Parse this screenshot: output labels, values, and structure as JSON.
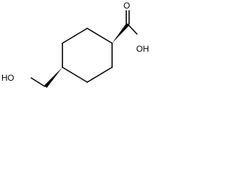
{
  "molecule": {
    "labels": {
      "acid_oxygen": "O",
      "acid_hydroxyl": "OH",
      "alcohol_hydroxyl": "HO"
    }
  }
}
